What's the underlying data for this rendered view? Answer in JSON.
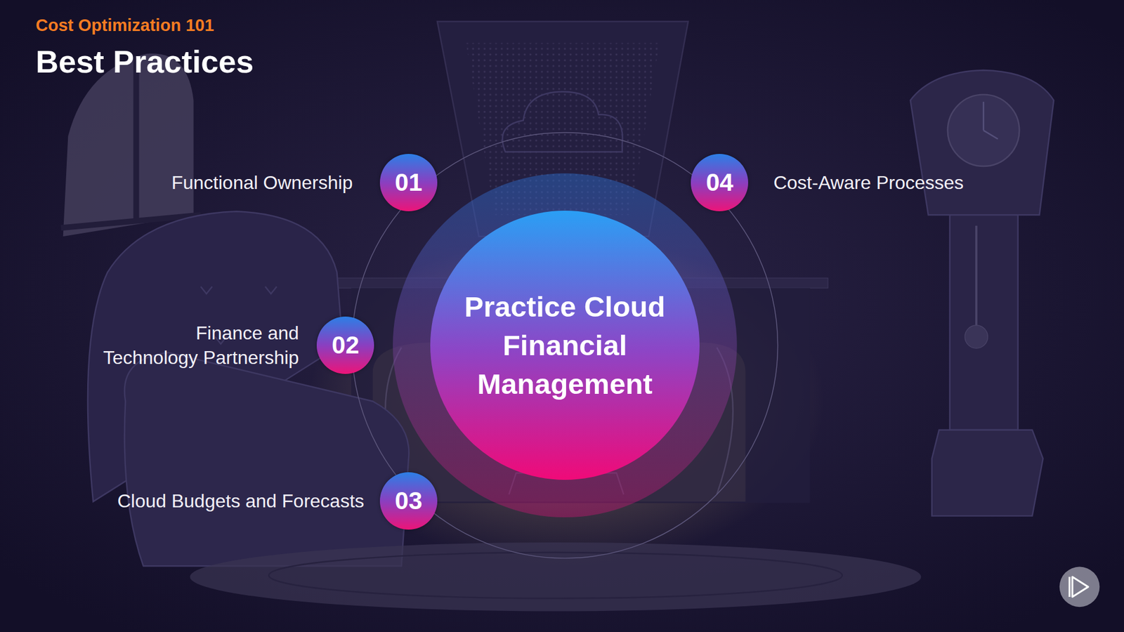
{
  "diagram": {
    "title": "Best Practices",
    "nodes": [
      {
        "text": [
          "01",
          "Functional Ownership"
        ]
      },
      {
        "text": [
          "02",
          "Finance and Technology Partnership"
        ]
      },
      {
        "text": [
          "03",
          "Cloud Budgets and Forecasts"
        ]
      },
      {
        "text": [
          "04",
          "Cost-Aware Processes"
        ]
      },
      {
        "text": [
          "Practice Cloud Financial Management"
        ]
      }
    ],
    "labels": [
      "Cost Optimization 101"
    ]
  }
}
